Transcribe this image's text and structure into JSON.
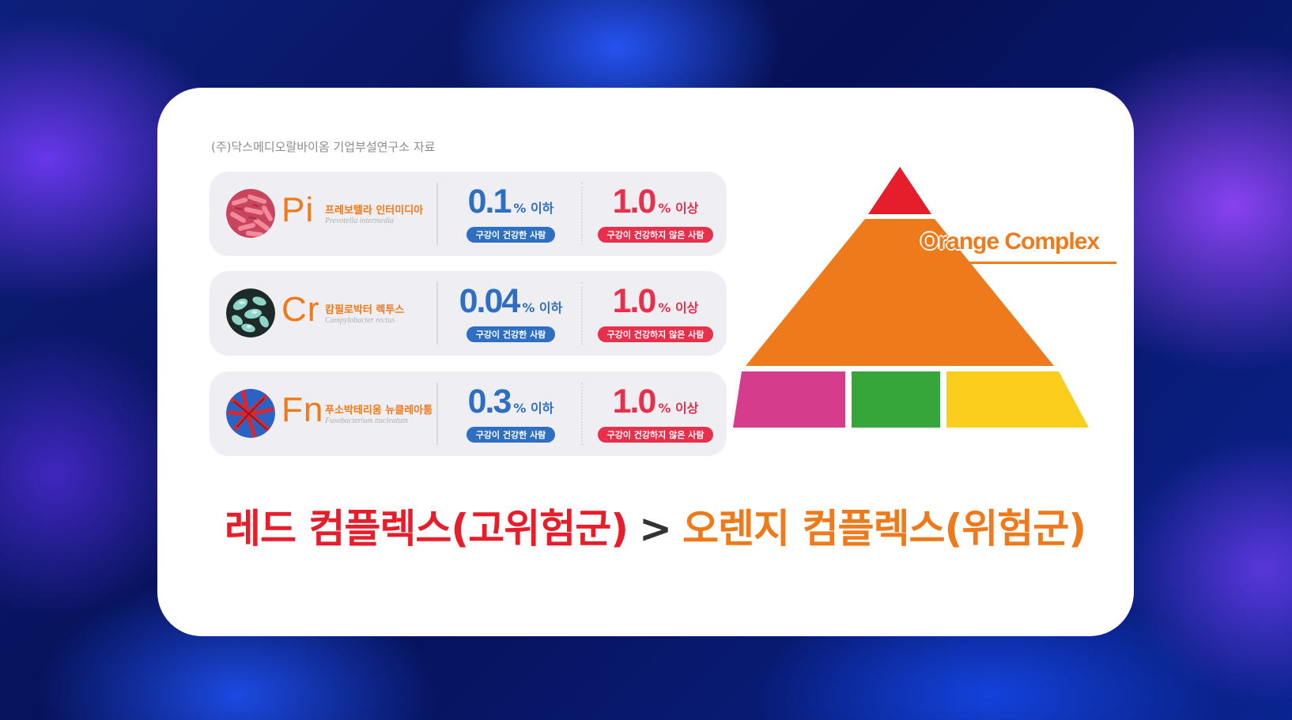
{
  "source_note": "(주)닥스메디오랄바이옴 기업부설연구소 자료",
  "bacteria": [
    {
      "abbr": "Pi",
      "korean_name": "프레보텔라 인터미디아",
      "latin_name": "Prevotella intermedia",
      "icon": "pink-rod-bacteria-icon",
      "healthy": {
        "value": "0.1",
        "unit": "% 이하",
        "label": "구강이 건강한 사람"
      },
      "unhealthy": {
        "value": "1.0",
        "unit": "% 이상",
        "label": "구강이 건강하지 않은 사람"
      }
    },
    {
      "abbr": "Cr",
      "korean_name": "캄필로박터 렉투스",
      "latin_name": "Campylobacter rectus",
      "icon": "green-curved-bacteria-icon",
      "healthy": {
        "value": "0.04",
        "unit": "% 이하",
        "label": "구강이 건강한 사람"
      },
      "unhealthy": {
        "value": "1.0",
        "unit": "% 이상",
        "label": "구강이 건강하지 않은 사람"
      }
    },
    {
      "abbr": "Fn",
      "korean_name": "푸소박테리움 뉴클레아툼",
      "latin_name": "Fusobacterium nucleatum",
      "icon": "red-filament-bacteria-icon",
      "healthy": {
        "value": "0.3",
        "unit": "% 이하",
        "label": "구강이 건강한 사람"
      },
      "unhealthy": {
        "value": "1.0",
        "unit": "% 이상",
        "label": "구강이 건강하지 않은 사람"
      }
    }
  ],
  "pyramid": {
    "label": "Orange Complex",
    "colors": {
      "top": "#e61e2b",
      "middle": "#ee7a1c",
      "base_left": "#d63c8c",
      "base_center": "#36a63a",
      "base_right": "#fbcd1c"
    }
  },
  "headline": {
    "red_part": "레드 컴플렉스(고위험군)",
    "separator": ">",
    "orange_part": "오렌지 컴플렉스(위험군)"
  },
  "colors": {
    "healthy_blue": "#2f6fc2",
    "unhealthy_red": "#e8304c",
    "accent_orange": "#ee7a1c"
  }
}
